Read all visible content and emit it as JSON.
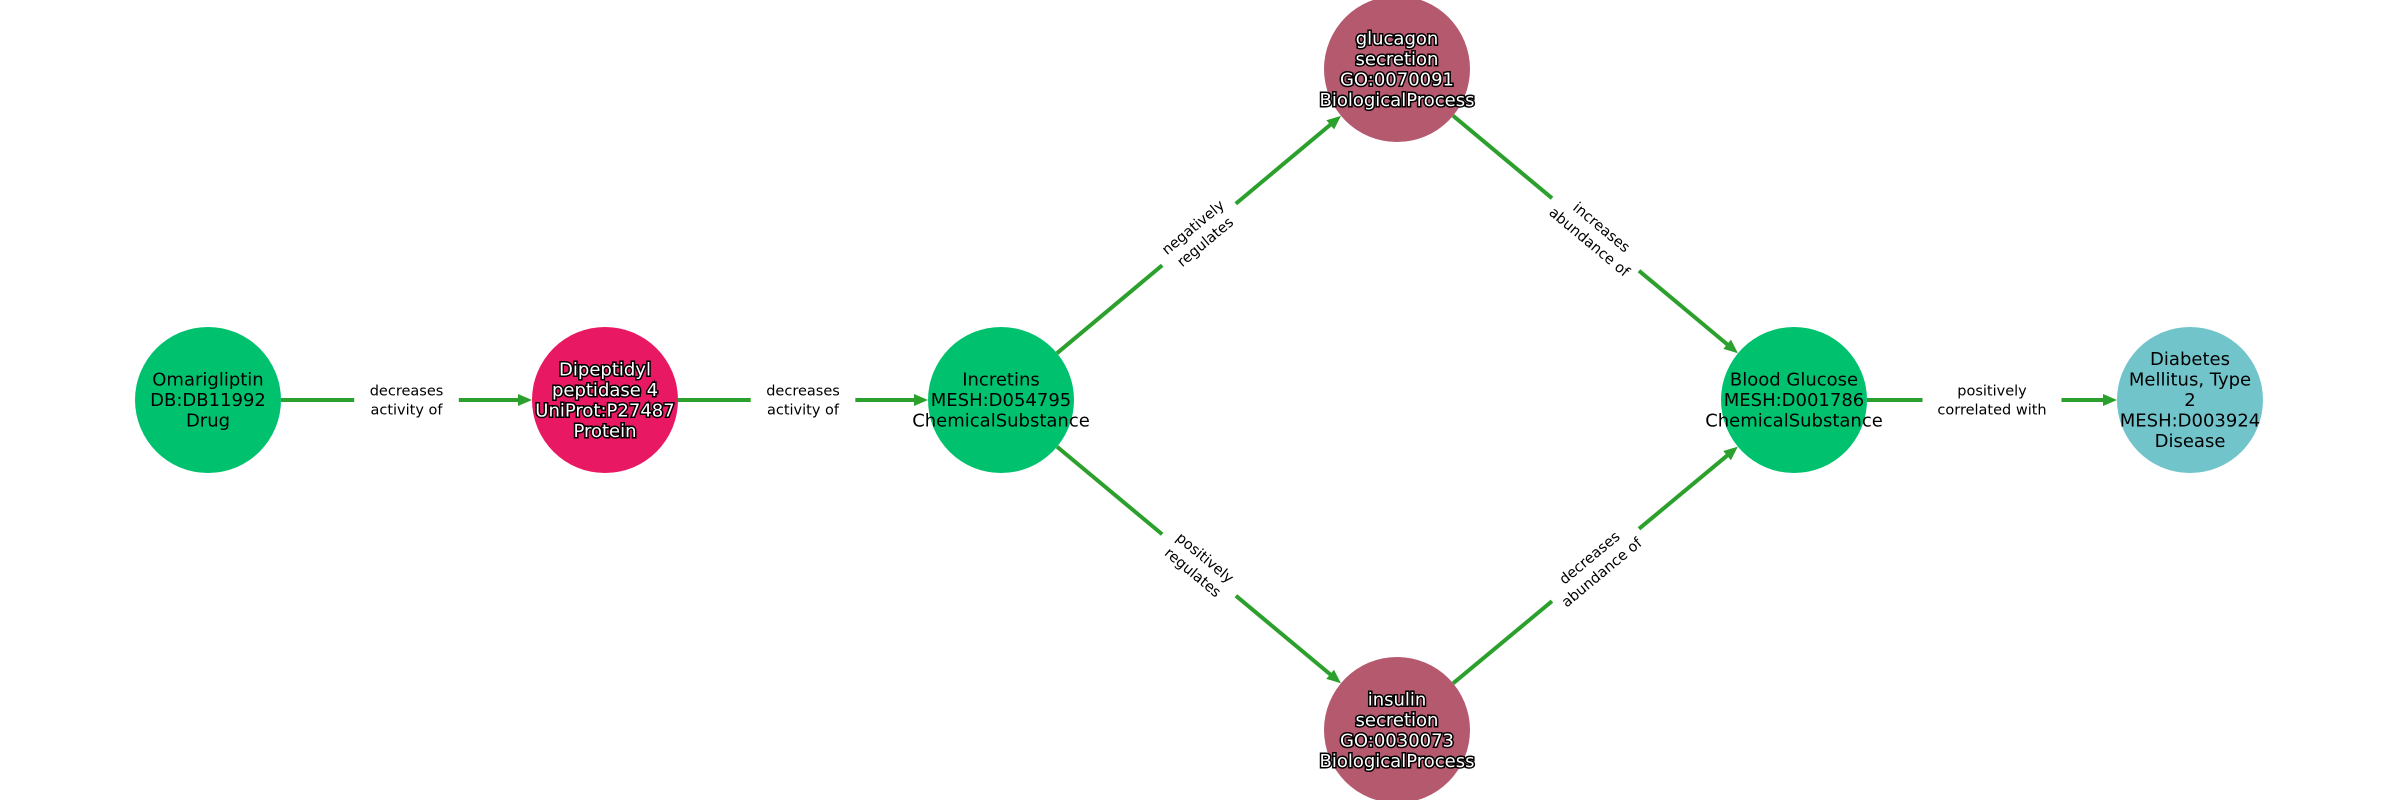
{
  "colors": {
    "edge": "#2ca02c",
    "drug": "#00c26e",
    "protein": "#e91862",
    "process": "#b5596f",
    "chemical": "#00c26e",
    "disease": "#72c4cb"
  },
  "nodes": [
    {
      "id": "omarigliptin",
      "lines": [
        "Omarigliptin",
        "DB:DB11992",
        "Drug"
      ],
      "color_key": "drug",
      "outlined": false
    },
    {
      "id": "dpp4",
      "lines": [
        "Dipeptidyl",
        "peptidase 4",
        "UniProt:P27487",
        "Protein"
      ],
      "color_key": "protein",
      "outlined": true
    },
    {
      "id": "incretins",
      "lines": [
        "Incretins",
        "MESH:D054795",
        "ChemicalSubstance"
      ],
      "color_key": "chemical",
      "outlined": false
    },
    {
      "id": "glucagon",
      "lines": [
        "glucagon",
        "secretion",
        "GO:0070091",
        "BiologicalProcess"
      ],
      "color_key": "process",
      "outlined": true
    },
    {
      "id": "insulin",
      "lines": [
        "insulin",
        "secretion",
        "GO:0030073",
        "BiologicalProcess"
      ],
      "color_key": "process",
      "outlined": true
    },
    {
      "id": "glucose",
      "lines": [
        "Blood Glucose",
        "MESH:D001786",
        "ChemicalSubstance"
      ],
      "color_key": "chemical",
      "outlined": false
    },
    {
      "id": "diabetes",
      "lines": [
        "Diabetes",
        "Mellitus, Type",
        "2",
        "MESH:D003924",
        "Disease"
      ],
      "color_key": "disease",
      "outlined": false
    }
  ],
  "edges": [
    {
      "from": "omarigliptin",
      "to": "dpp4",
      "lines": [
        "decreases",
        "activity of"
      ]
    },
    {
      "from": "dpp4",
      "to": "incretins",
      "lines": [
        "decreases",
        "activity of"
      ]
    },
    {
      "from": "incretins",
      "to": "glucagon",
      "lines": [
        "negatively",
        "regulates"
      ]
    },
    {
      "from": "incretins",
      "to": "insulin",
      "lines": [
        "positively",
        "regulates"
      ]
    },
    {
      "from": "glucagon",
      "to": "glucose",
      "lines": [
        "increases",
        "abundance of"
      ]
    },
    {
      "from": "insulin",
      "to": "glucose",
      "lines": [
        "decreases",
        "abundance of"
      ]
    },
    {
      "from": "glucose",
      "to": "diabetes",
      "lines": [
        "positively",
        "correlated with"
      ]
    }
  ]
}
